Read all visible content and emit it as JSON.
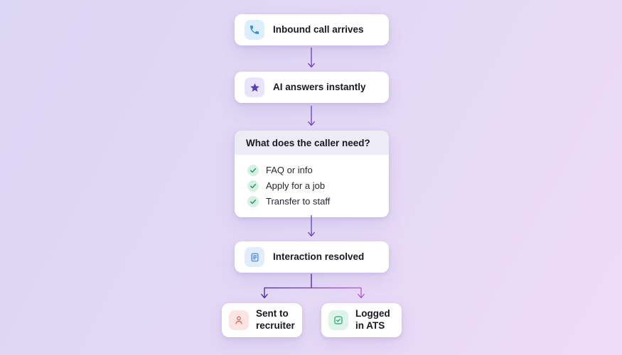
{
  "flow": {
    "step_inbound": {
      "label": "Inbound call arrives",
      "icon": "phone-icon"
    },
    "step_ai": {
      "label": "AI answers instantly",
      "icon": "sparkle-star-icon"
    },
    "decision": {
      "question": "What does the caller need?",
      "options": [
        "FAQ or info",
        "Apply for a job",
        "Transfer to staff"
      ]
    },
    "step_resolved": {
      "label": "Interaction resolved",
      "icon": "document-icon"
    },
    "outcome_recruiter": {
      "label": "Sent to recruiter",
      "icon": "person-icon"
    },
    "outcome_ats": {
      "label": "Logged in ATS",
      "icon": "checkbox-check-icon"
    }
  },
  "colors": {
    "background_gradient_start": "#dbd6f3",
    "background_gradient_end": "#eedcf8",
    "card_bg": "#ffffff",
    "decision_header_bg": "#edebf5",
    "text": "#19191f",
    "connector": "#6b3fc0",
    "branch_left": "#40269b",
    "branch_right": "#b355d2",
    "phone_icon": "#338fd6",
    "phone_badge_bg": "#ddeefb",
    "star_icon": "#5b3eb8",
    "star_badge_bg": "#e9e4f9",
    "doc_icon": "#4a7fd4",
    "doc_badge_bg": "#e2edfb",
    "person_icon": "#e05c58",
    "person_badge_bg": "#fce4e2",
    "ats_icon": "#1ba877",
    "ats_badge_bg": "#def3ea",
    "option_check": "#1a9e70",
    "option_check_bg": "#d7f0e3"
  }
}
